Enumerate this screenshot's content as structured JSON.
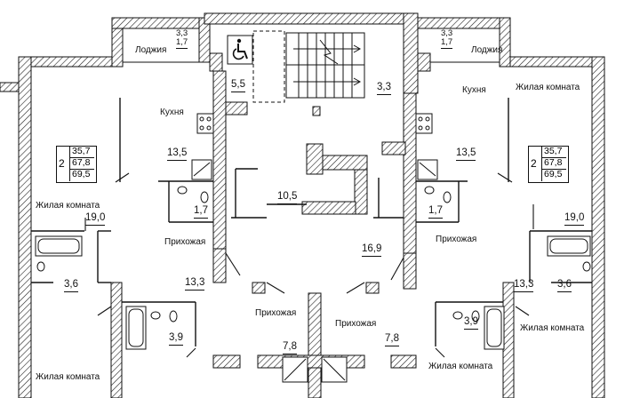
{
  "rooms": {
    "loggia_left": "Лоджия",
    "loggia_right": "Лоджия",
    "kitchen_left": "Кухня",
    "kitchen_right": "Кухня",
    "living_left_top": "Жилая комната",
    "living_right_top": "Жилая комната",
    "living_right_mid": "Жилая комната",
    "living_left_bottom": "Жилая комната",
    "living_center_bottom": "Жилая комната",
    "hall_left": "Прихожая",
    "hall_right": "Прихожая",
    "hall_center_left": "Прихожая",
    "hall_center_right": "Прихожая"
  },
  "areas": {
    "loggia_left": [
      "3,3",
      "1,7"
    ],
    "loggia_right": [
      "3,3",
      "1,7"
    ],
    "vestibule": "5,5",
    "stair_landing": "3,3",
    "kitchen_left": "13,5",
    "kitchen_right": "13,5",
    "living_left": "19,0",
    "living_right": "19,0",
    "bath_left": "1,7",
    "bath_right": "1,7",
    "corridor_center": "10,5",
    "hall_center": "16,9",
    "hall_left": "13,3",
    "hall_right": "13,3",
    "bath_left_2": "3,6",
    "bath_right_2": "3,6",
    "bath_left_3": "3,9",
    "bath_right_3": "3,9",
    "bath_center_left": "7,8",
    "bath_center_right": "7,8"
  },
  "apartments": [
    {
      "rooms": "2",
      "values": [
        "35,7",
        "67,8",
        "69,5"
      ]
    },
    {
      "rooms": "2",
      "values": [
        "35,7",
        "67,8",
        "69,5"
      ]
    }
  ]
}
